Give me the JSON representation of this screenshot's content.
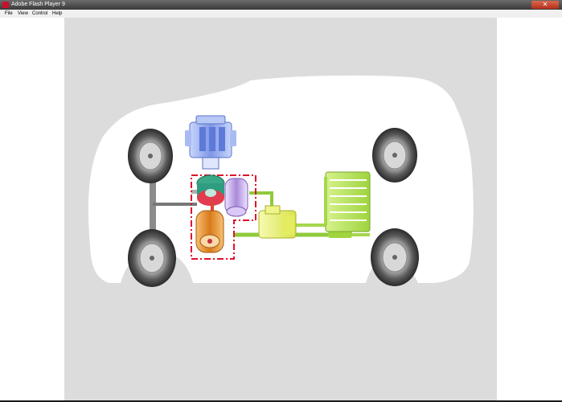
{
  "window": {
    "title": "Adobe Flash Player 9",
    "close_glyph": "✕"
  },
  "menu": {
    "items": [
      {
        "label": "File"
      },
      {
        "label": "View"
      },
      {
        "label": "Control"
      },
      {
        "label": "Help"
      }
    ]
  },
  "colors": {
    "stage_background": "#dcdcdc",
    "car_body": "#ffffff",
    "engine": "#9db4f0",
    "generator": "#2f9c7f",
    "motor": "#b79ae0",
    "motor_orange": "#e89a3a",
    "inverter": "#e6f07a",
    "battery": "#b5e05a",
    "power_path": "#8fca3c",
    "highlight_box": "#e0102a"
  },
  "icons": {
    "app": "flash-player-icon",
    "engine": "engine-icon",
    "generator": "generator-icon",
    "motor": "electric-motor-icon",
    "inverter": "inverter-icon",
    "battery": "battery-icon",
    "wheel": "wheel-icon"
  }
}
